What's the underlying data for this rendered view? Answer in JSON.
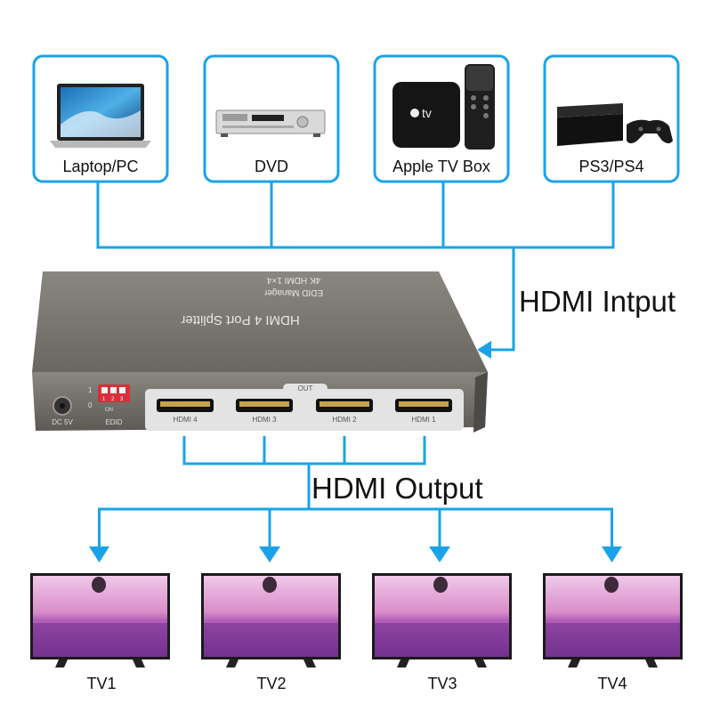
{
  "sources": [
    {
      "label": "Laptop/PC",
      "icon": "laptop-icon"
    },
    {
      "label": "DVD",
      "icon": "dvd-player-icon"
    },
    {
      "label": "Apple TV Box",
      "icon": "apple-tv-icon"
    },
    {
      "label": "PS3/PS4",
      "icon": "game-console-icon"
    }
  ],
  "input_label": "HDMI Intput",
  "output_label": "HDMI Output",
  "device": {
    "top_line1": "HDMI 4 Port Splitter",
    "top_line2": "EDID Manager",
    "top_line3": "4K  HDMI 1×4",
    "power_label": "DC 5V",
    "edid_label": "EDID",
    "switch_on": "ON",
    "switch_numbers": [
      "1",
      "2",
      "3"
    ],
    "switch_pos": [
      "1",
      "0"
    ],
    "out_label": "OUT",
    "ports": [
      "HDMI 4",
      "HDMI 3",
      "HDMI 2",
      "HDMI 1"
    ]
  },
  "tvs": [
    {
      "label": "TV1"
    },
    {
      "label": "TV2"
    },
    {
      "label": "TV3"
    },
    {
      "label": "TV4"
    }
  ],
  "colors": {
    "flow": "#1aa3e8",
    "device_body": "#6e6b66",
    "device_face": "#e3e3e3",
    "tv_sky": "#d98cc9",
    "tv_field": "#8a3fa0"
  }
}
